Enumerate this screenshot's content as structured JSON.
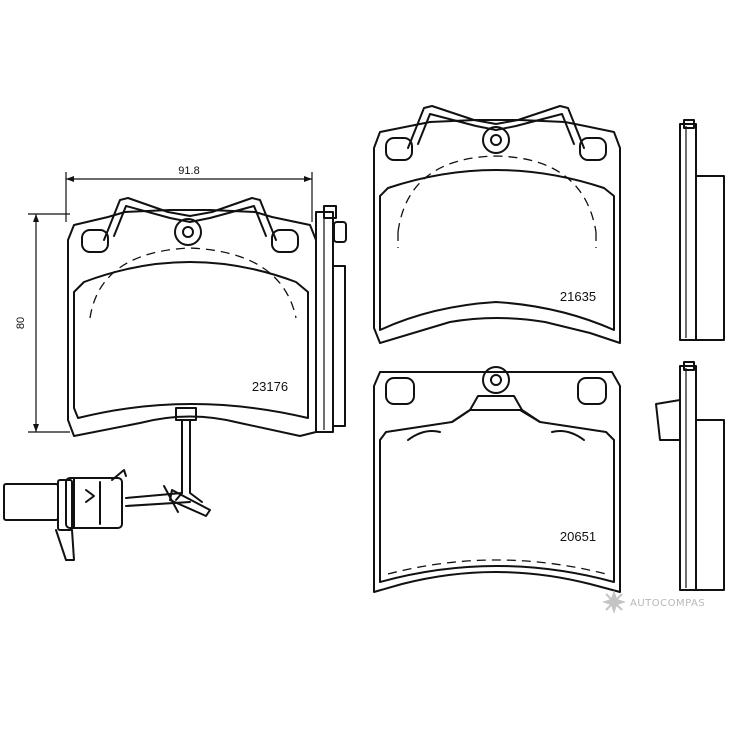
{
  "dimensions": {
    "width": "91.8",
    "height": "80"
  },
  "parts": [
    {
      "number": "23176"
    },
    {
      "number": "21635"
    },
    {
      "number": "20651"
    }
  ],
  "watermark": {
    "text": "AUTOCOMPAS",
    "icon": "autocompas-logo-icon"
  },
  "colors": {
    "line": "#111111",
    "background": "#ffffff",
    "watermark": "#b8b8b8"
  }
}
